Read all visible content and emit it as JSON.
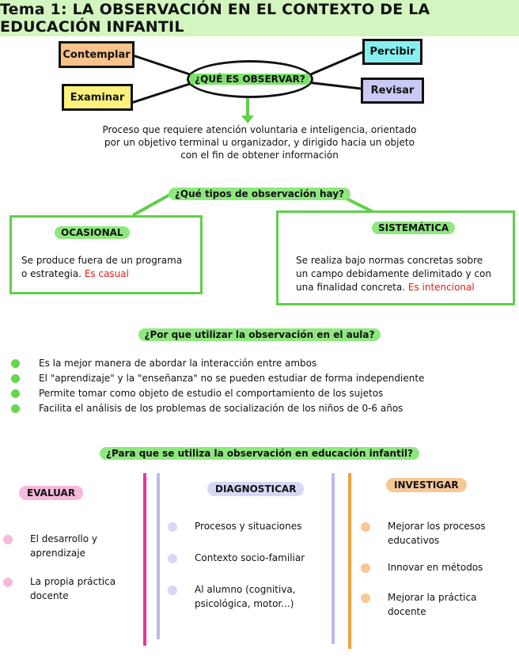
{
  "title": "Tema 1: LA OBSERVACIÓN EN EL CONTEXTO DE LA EDUCACIÓN INFANTIL",
  "concept": {
    "center": "¿QUÉ ES OBSERVAR?",
    "nodes": {
      "contemplar": "Contemplar",
      "examinar": "Examinar",
      "percibir": "Percibir",
      "revisar": "Revisar"
    },
    "definition_lines": [
      "Proceso que requiere atención voluntaria e inteligencia, orientado",
      "por un objetivo terminal u organizador, y dirigido hacia un objeto",
      "con el fin de obtener información"
    ]
  },
  "types": {
    "question": "¿Qué tipos de observación hay?",
    "ocasional": {
      "title": "OCASIONAL",
      "line1": "Se produce fuera de un programa",
      "line2_pre": "o estrategia.",
      "highlight": "Es casual"
    },
    "sistematica": {
      "title": "SISTEMÁTICA",
      "line1": "Se realiza bajo normas concretas sobre",
      "line2": "un campo debidamente delimitado y con",
      "line3_pre": "una finalidad concreta.",
      "highlight": "Es intencional"
    }
  },
  "why": {
    "question": "¿Por que utilizar la observación en el aula?",
    "bullets": [
      "Es la mejor manera de abordar la interacción entre ambos",
      "El \"aprendizaje\" y la \"enseñanza\" no se pueden estudiar de forma independiente",
      "Permite tomar como objeto de estudio el comportamiento de los sujetos",
      "Facilita el análisis de los problemas de socialización de los niños de 0-6 años"
    ]
  },
  "purpose": {
    "question": "¿Para que se utiliza la observación en educación infantil?",
    "evaluar": {
      "title": "EVALUAR",
      "items": [
        [
          "El desarrollo y",
          "aprendizaje"
        ],
        [
          "La propia práctica",
          "docente"
        ]
      ]
    },
    "diagnosticar": {
      "title": "DIAGNOSTICAR",
      "items": [
        [
          "Procesos y situaciones"
        ],
        [
          "Contexto socio-familiar"
        ],
        [
          "Al alumno (cognitiva,",
          "psicológica, motor...)"
        ]
      ]
    },
    "investigar": {
      "title": "INVESTIGAR",
      "items": [
        [
          "Mejorar los procesos",
          "educativos"
        ],
        [
          "Innovar en métodos"
        ],
        [
          "Mejorar la práctica",
          "docente"
        ]
      ]
    }
  },
  "colors": {
    "title_bg": "#d3f5c0",
    "green": "#5fcf4a",
    "contemplar": "#f8c28a",
    "examinar": "#fff27a",
    "percibir": "#86f0f0",
    "revisar": "#c9c9f6",
    "pink": "#f7b9d9",
    "lavender": "#d7d7f7",
    "orange": "#f7c796",
    "red": "#e11b1b"
  }
}
